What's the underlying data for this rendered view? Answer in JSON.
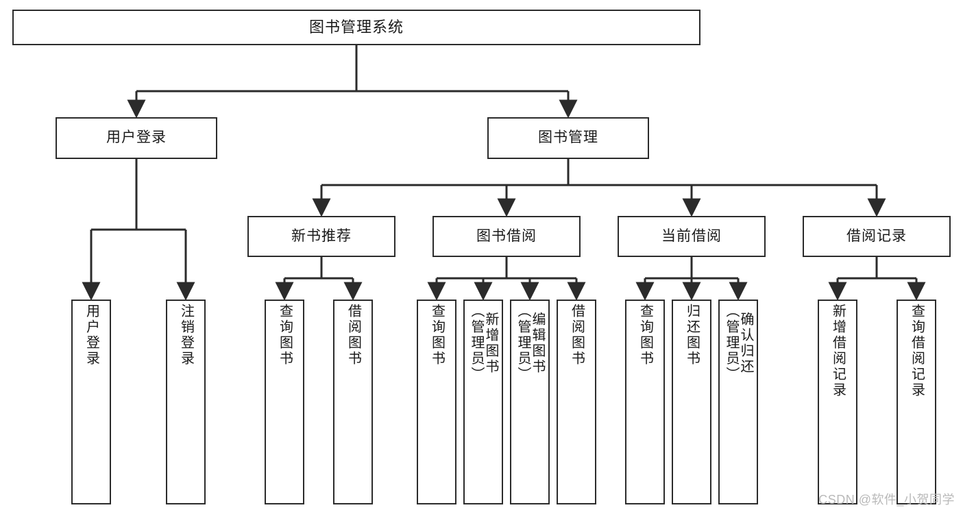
{
  "diagram": {
    "title": "图书管理系统",
    "type": "hierarchy-tree",
    "watermark": "CSDN @软件_小贺同学",
    "colors": {
      "box_border": "#2b2b2b",
      "box_fill": "#ffffff",
      "connector": "#2b2b2b",
      "text": "#1a1a1a",
      "watermark": "#b9b9b9"
    },
    "root": {
      "label": "图书管理系统"
    },
    "level2": [
      {
        "label": "用户登录"
      },
      {
        "label": "图书管理"
      }
    ],
    "level3": [
      {
        "label": "新书推荐"
      },
      {
        "label": "图书借阅"
      },
      {
        "label": "当前借阅"
      },
      {
        "label": "借阅记录"
      }
    ],
    "leaves": {
      "user_login": [
        {
          "label": "用户登录"
        },
        {
          "label": "注销登录"
        }
      ],
      "new_book_recommend": [
        {
          "label": "查询图书"
        },
        {
          "label": "借阅图书"
        }
      ],
      "book_borrow": [
        {
          "label": "查询图书"
        },
        {
          "label": "新增图书\n（管理员）"
        },
        {
          "label": "编辑图书\n（管理员）"
        },
        {
          "label": "借阅图书"
        }
      ],
      "current_borrow": [
        {
          "label": "查询图书"
        },
        {
          "label": "归还图书"
        },
        {
          "label": "确认归还\n（管理员）"
        }
      ],
      "borrow_record": [
        {
          "label": "新增借阅记录"
        },
        {
          "label": "查询借阅记录"
        }
      ]
    }
  }
}
